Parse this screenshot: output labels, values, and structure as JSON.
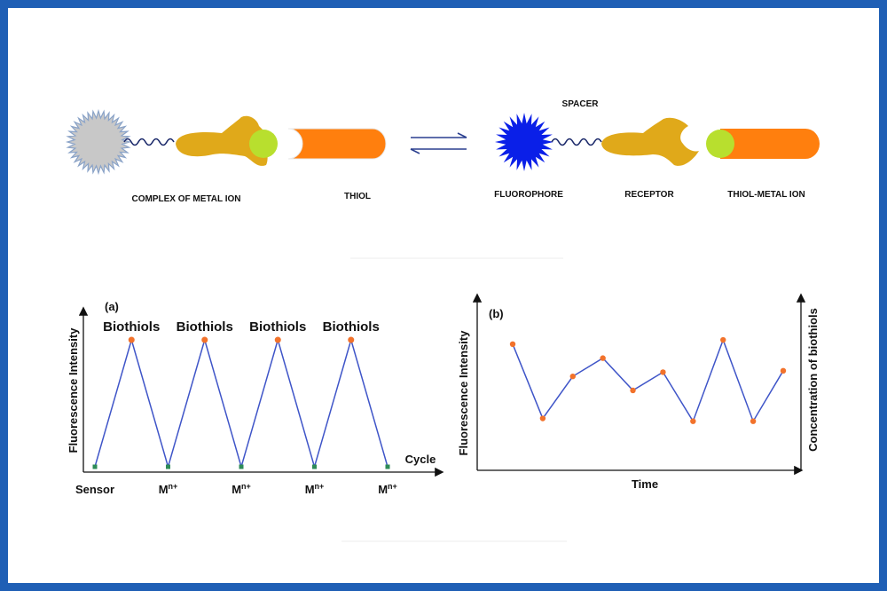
{
  "colors": {
    "frame": "#1f5fb5",
    "gray_complex": "#c8c8c8",
    "fluorophore": "#0a1fe8",
    "receptor": "#e0a91a",
    "metal_ion": "#b8df2e",
    "thiol": "#ff7f0e",
    "series_line": "#3f55c8",
    "peak_marker": "#f2722b",
    "low_marker": "#2e8b57"
  },
  "scheme": {
    "labels": {
      "complex": "COMPLEX OF METAL ION",
      "thiol": "THIOL",
      "fluorophore": "FLUOROPHORE",
      "spacer": "SPACER",
      "receptor": "RECEPTOR",
      "thiol_metal": "THIOL-METAL ION"
    }
  },
  "chart_data": [
    {
      "type": "line",
      "panel_label": "(a)",
      "ylabel": "Fluorescence Intensity",
      "xlabel": "Cycle",
      "x_tick_labels": [
        "Sensor",
        "M",
        "M",
        "M",
        "M"
      ],
      "x_tick_superscript": [
        "",
        "n+",
        "n+",
        "n+",
        "n+"
      ],
      "peak_labels": [
        "Biothiols",
        "Biothiols",
        "Biothiols",
        "Biothiols"
      ],
      "x": [
        0,
        0.5,
        1,
        1.5,
        2,
        2.5,
        3,
        3.5,
        4
      ],
      "values": [
        0.0,
        1.0,
        0.0,
        1.0,
        0.0,
        1.0,
        0.0,
        1.0,
        0.0
      ],
      "ylim": [
        0,
        1.1
      ]
    },
    {
      "type": "line",
      "panel_label": "(b)",
      "ylabel": "Fluorescence Intensity",
      "ylabel_right": "Concentration of biothiols",
      "xlabel": "Time",
      "x": [
        1,
        2,
        3,
        4,
        5,
        6,
        7,
        8,
        9,
        10
      ],
      "values": [
        0.9,
        0.37,
        0.67,
        0.8,
        0.57,
        0.7,
        0.35,
        0.93,
        0.35,
        0.71
      ],
      "ylim": [
        0,
        1.05
      ]
    }
  ]
}
